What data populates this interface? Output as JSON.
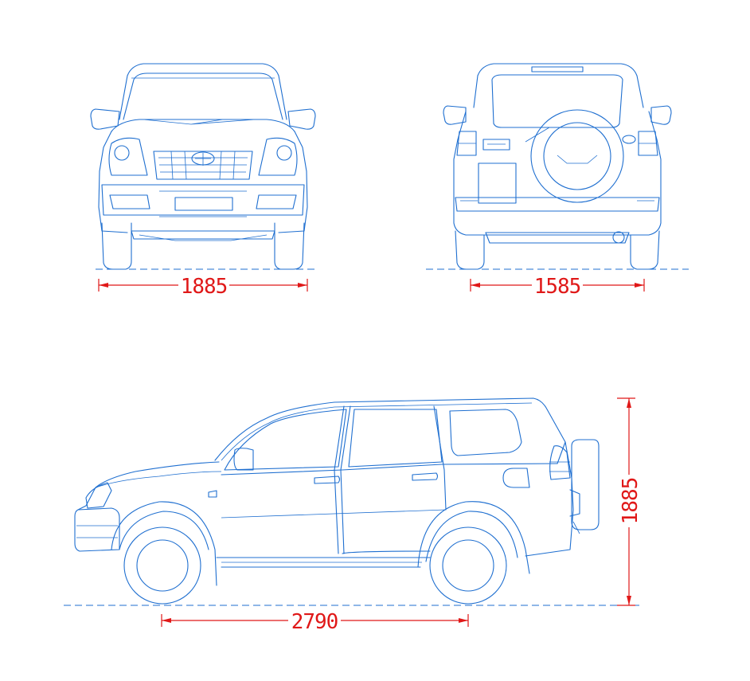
{
  "dimensions": {
    "front_track": "1885",
    "rear_track": "1585",
    "wheelbase": "2790",
    "height": "1885"
  },
  "colors": {
    "outline": "#1f6fd0",
    "dimension": "#e01818",
    "background": "#ffffff"
  }
}
